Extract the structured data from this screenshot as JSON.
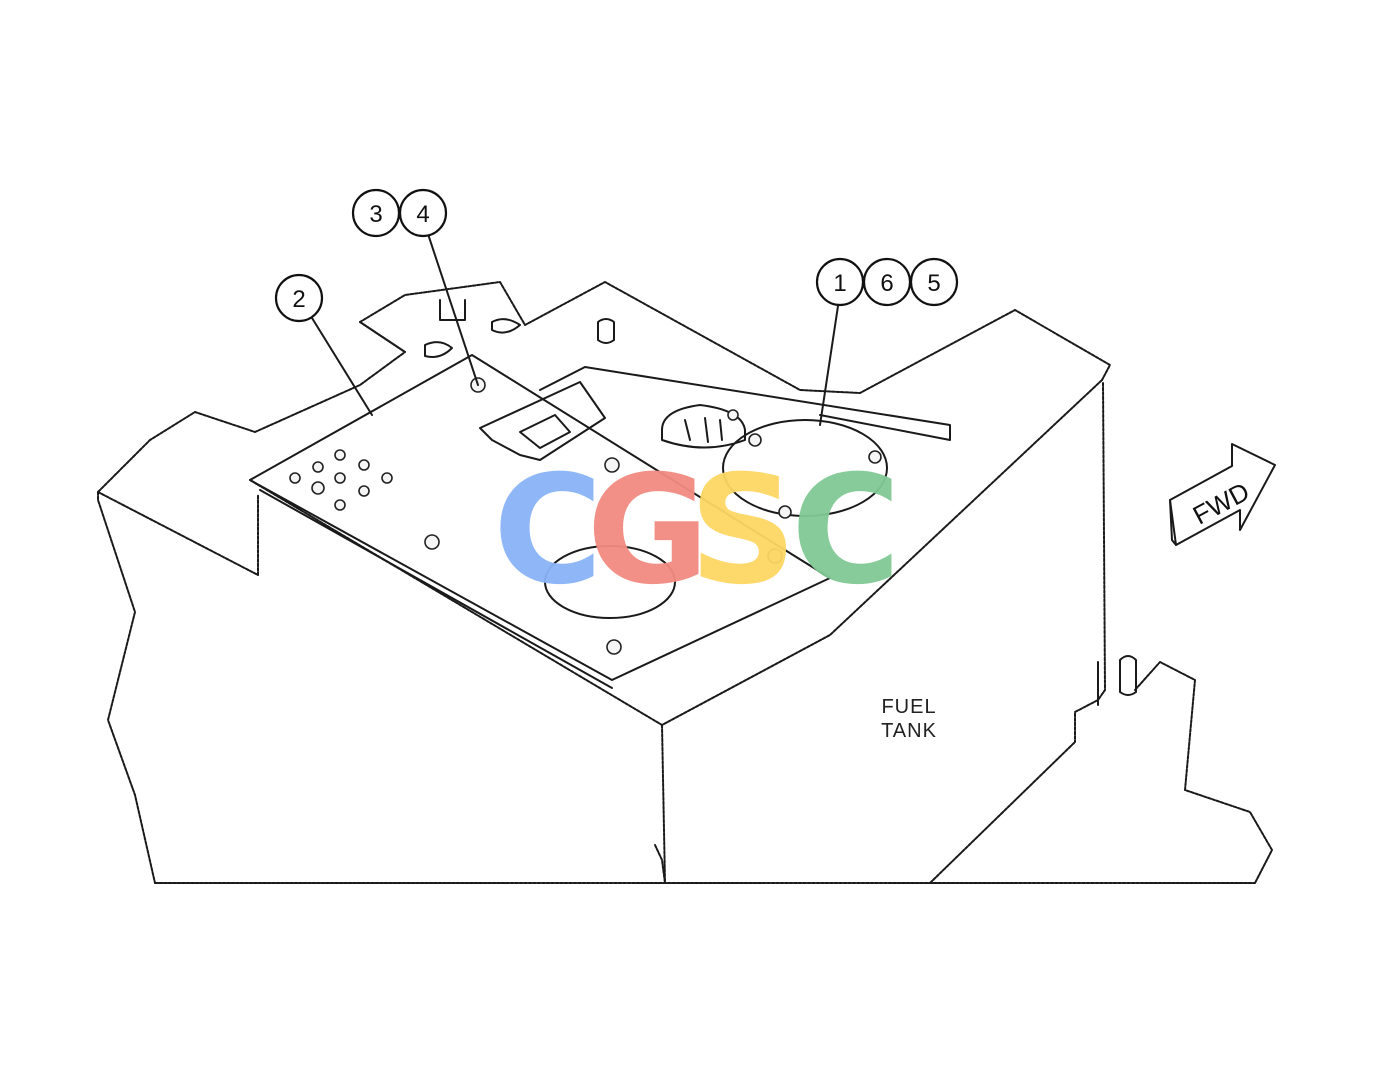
{
  "diagram": {
    "callouts": [
      {
        "id": "c1",
        "label": "1"
      },
      {
        "id": "c6",
        "label": "6"
      },
      {
        "id": "c5",
        "label": "5"
      },
      {
        "id": "c2",
        "label": "2"
      },
      {
        "id": "c3",
        "label": "3"
      },
      {
        "id": "c4",
        "label": "4"
      }
    ],
    "tank_label_line1": "FUEL",
    "tank_label_line2": "TANK",
    "direction_label": "FWD",
    "watermark": {
      "letters": [
        "C",
        "G",
        "S",
        "C"
      ],
      "colors": [
        "#8ab4f8",
        "#f28b82",
        "#fdd663",
        "#81c995"
      ]
    }
  }
}
